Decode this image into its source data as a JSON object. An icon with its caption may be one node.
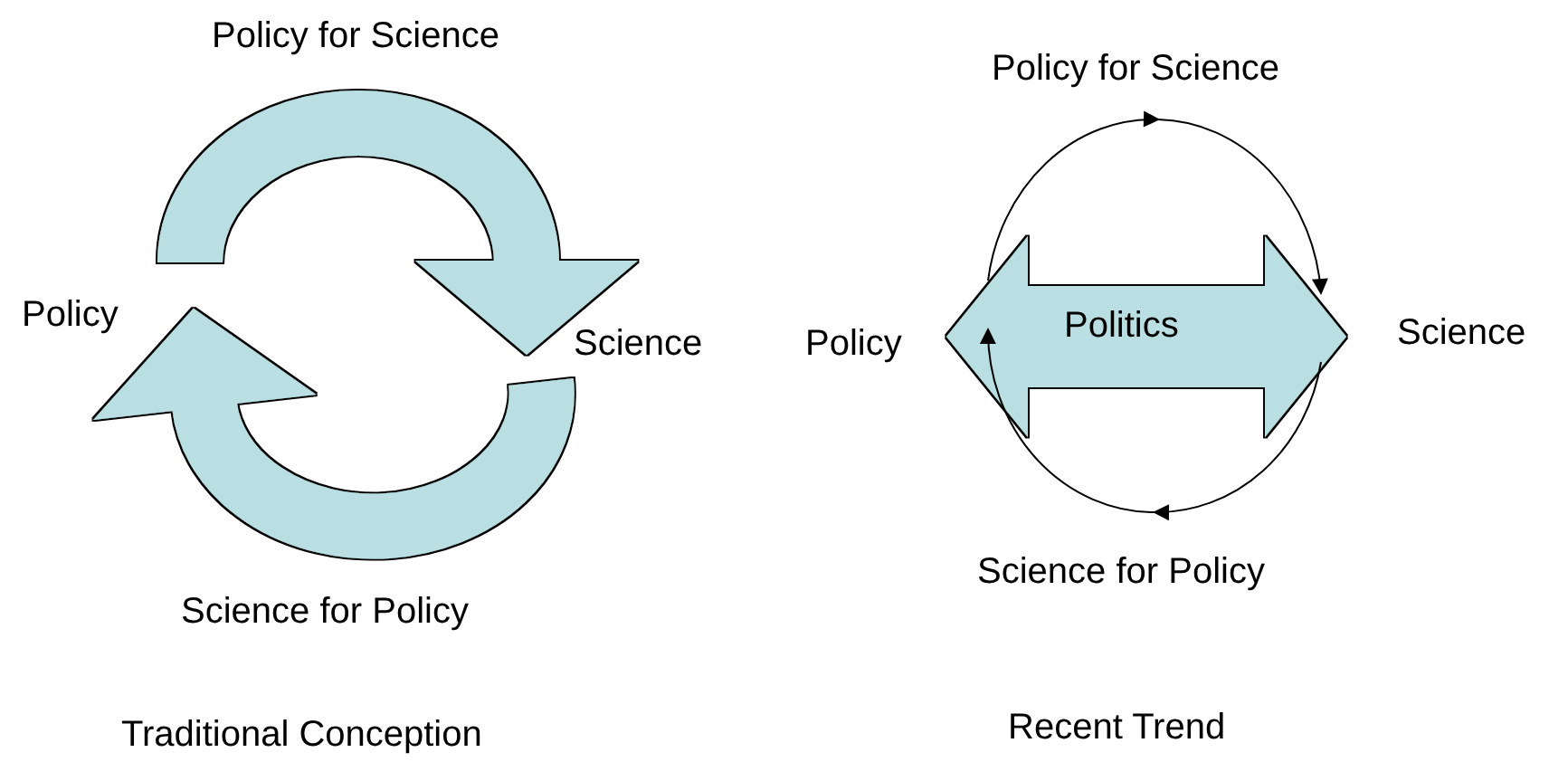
{
  "diagram": {
    "nodes": [
      {
        "text": [
          "Policy"
        ]
      },
      {
        "text": [
          "Science"
        ]
      },
      {
        "text": [
          "Policy"
        ]
      },
      {
        "text": [
          "Science"
        ]
      }
    ],
    "edges": [
      {
        "from": 0,
        "to": 1,
        "arrow": "to",
        "label": "Policy for Science"
      },
      {
        "from": 1,
        "to": 0,
        "arrow": "to",
        "label": "Science for Policy"
      },
      {
        "from": 2,
        "to": 3,
        "arrow": "both",
        "label": "Politics"
      },
      {
        "from": 2,
        "to": 3,
        "arrow": "to",
        "color": "#000000",
        "label": "Policy for Science"
      },
      {
        "from": 3,
        "to": 2,
        "arrow": "to",
        "color": "#000000",
        "label": "Science for Policy"
      }
    ],
    "labels": [
      "Traditional Conception",
      "Recent Trend"
    ]
  }
}
